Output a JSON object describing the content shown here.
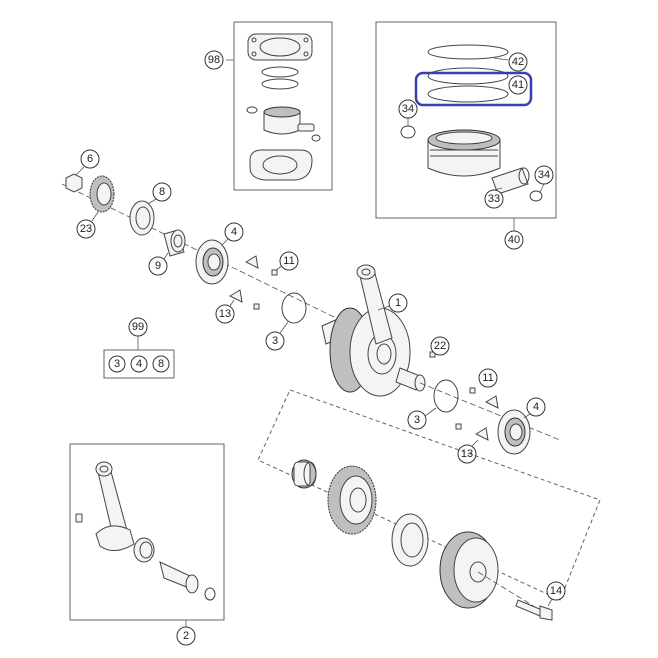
{
  "callouts": {
    "c98": "98",
    "c42": "42",
    "c41": "41",
    "c34a": "34",
    "c34b": "34",
    "c33": "33",
    "c40": "40",
    "c6": "6",
    "c8": "8",
    "c23": "23",
    "c9": "9",
    "c4a": "4",
    "c11a": "11",
    "c13a": "13",
    "c1": "1",
    "c3a": "3",
    "c99": "99",
    "c99_3": "3",
    "c99_4": "4",
    "c99_8": "8",
    "c22": "22",
    "c11b": "11",
    "c4b": "4",
    "c3b": "3",
    "c13b": "13",
    "c14": "14",
    "c2": "2"
  },
  "colors": {
    "highlight": "#3a3fb0"
  }
}
